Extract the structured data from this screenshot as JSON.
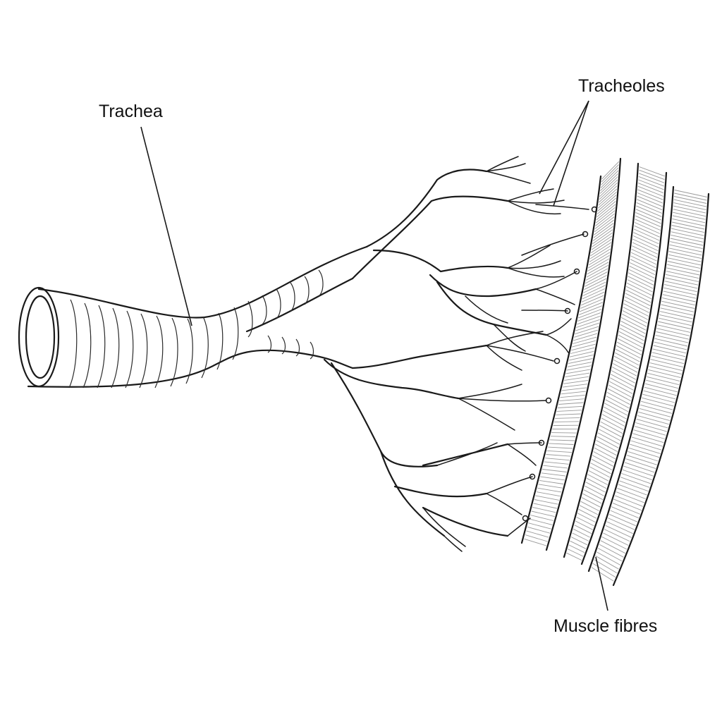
{
  "labels": {
    "trachea": "Trachea",
    "tracheoles": "Tracheoles",
    "muscle_fibres": "Muscle fibres"
  },
  "colors": {
    "ink": "#1a1a1a",
    "background": "#ffffff",
    "striation": "#9a9a9a"
  }
}
